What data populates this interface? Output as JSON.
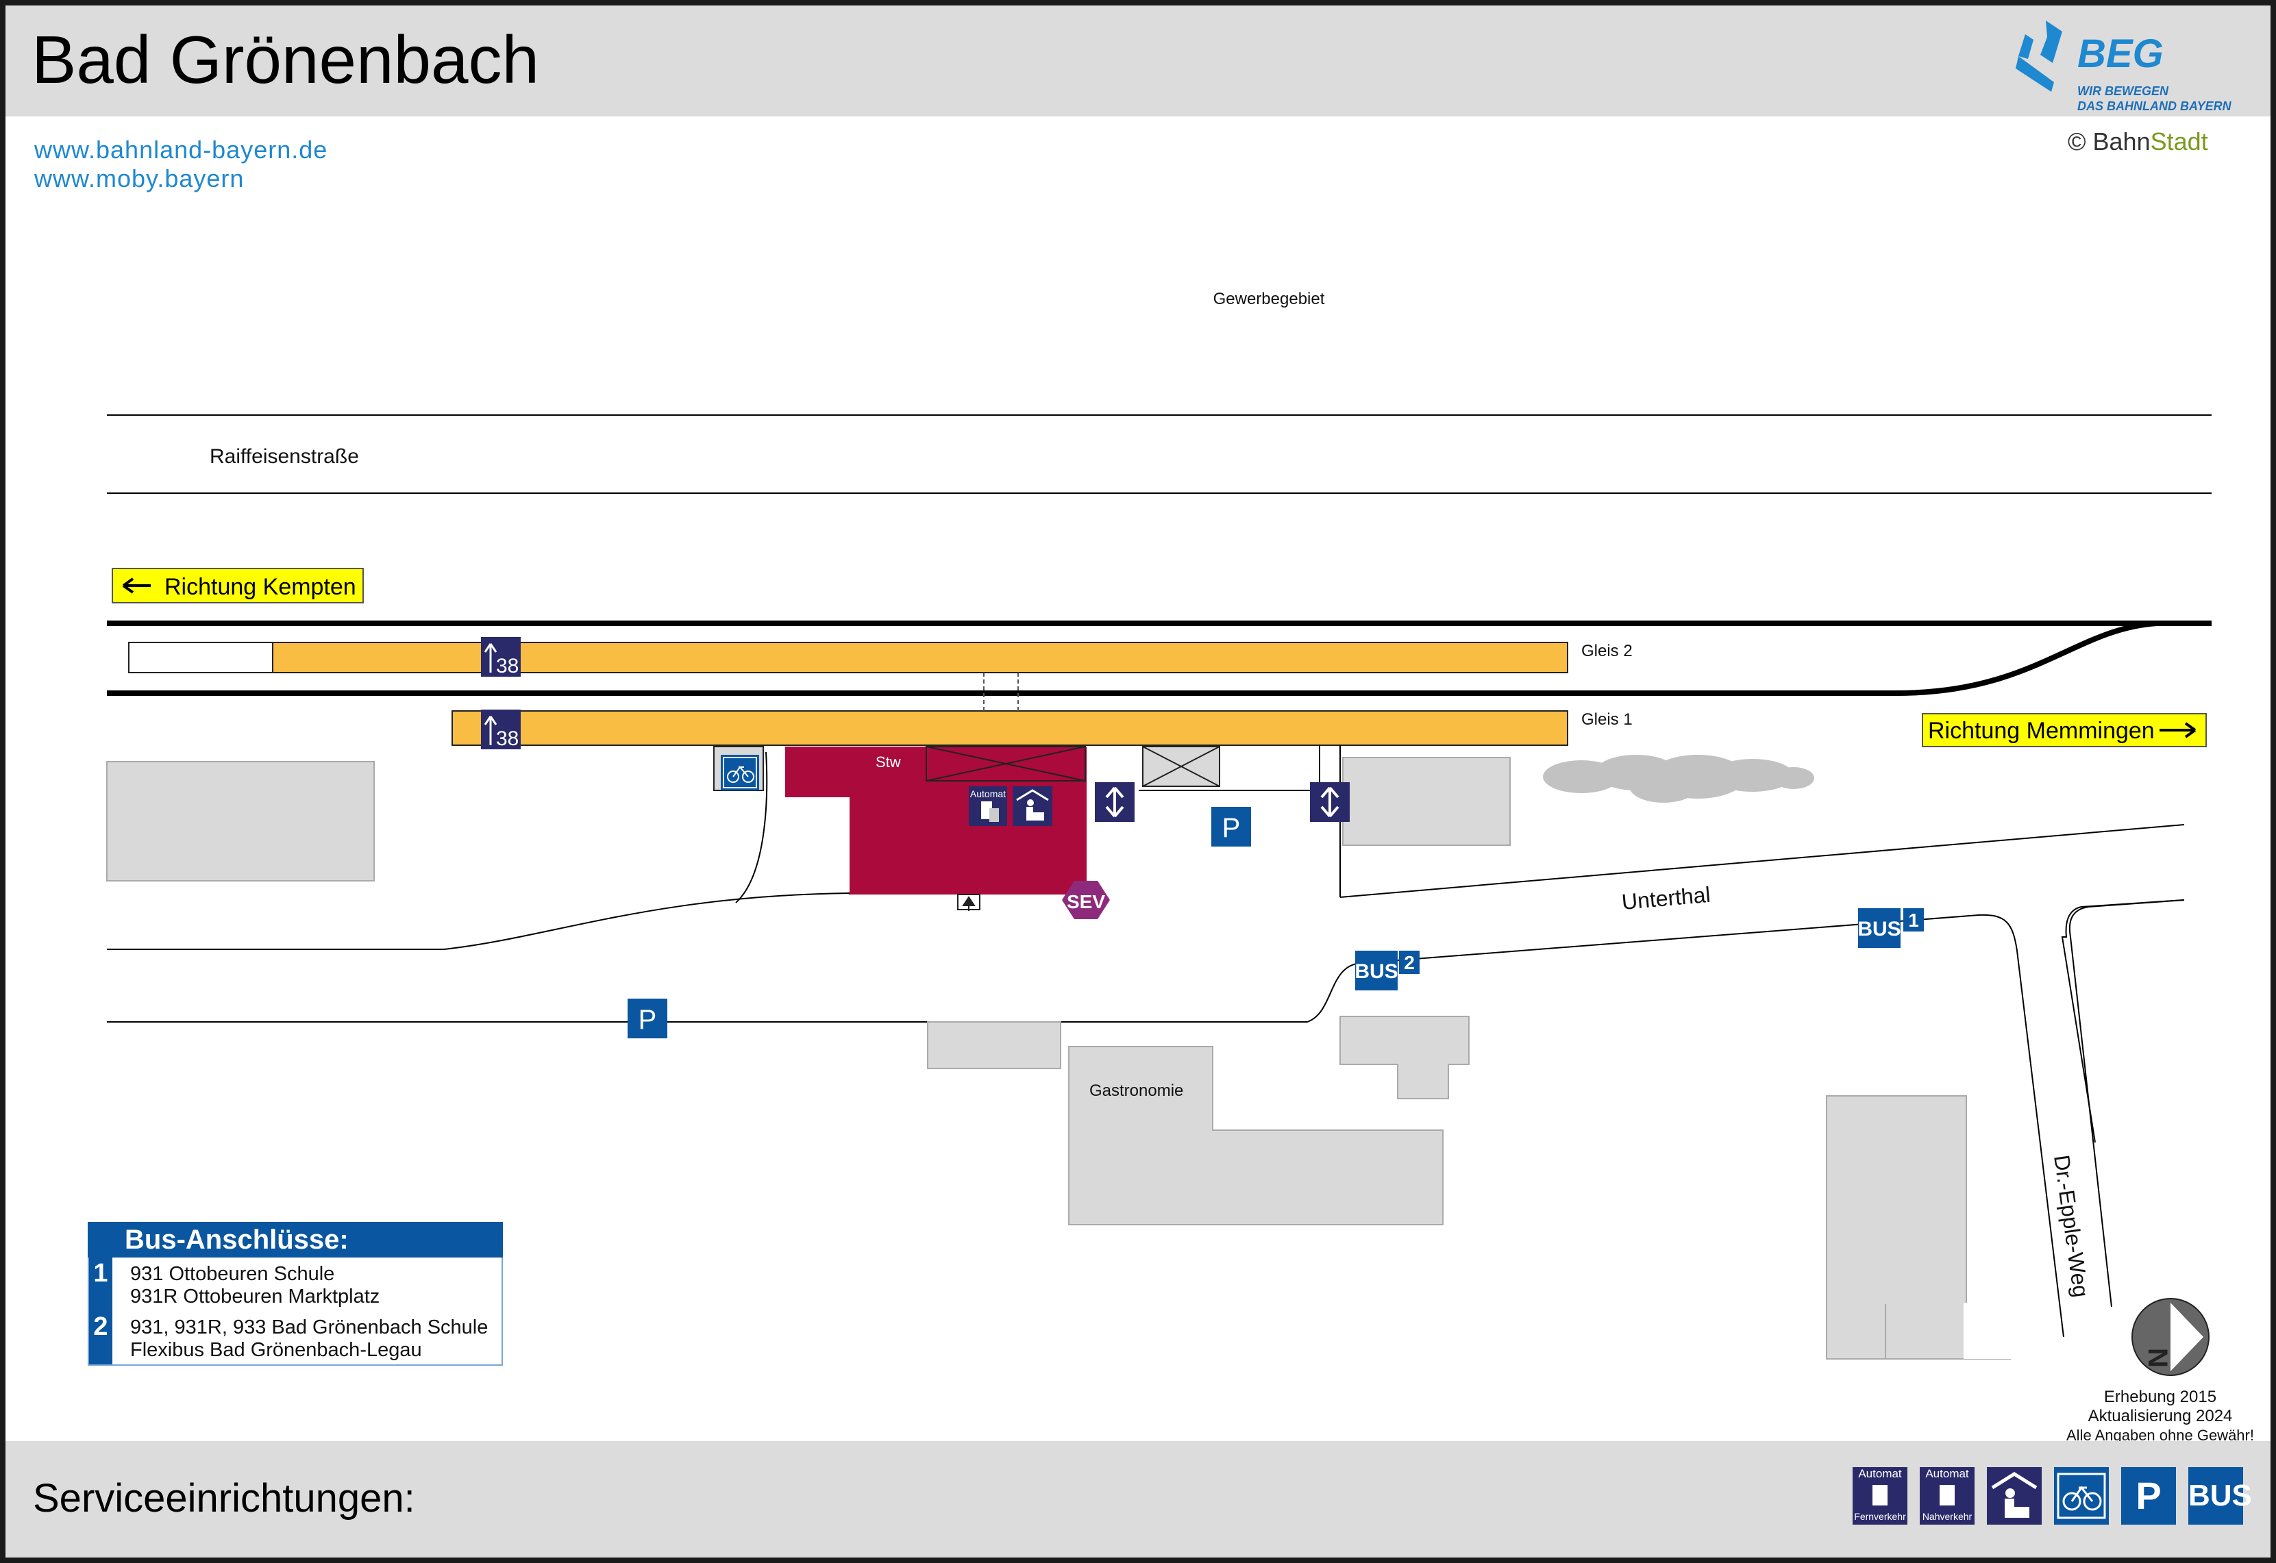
{
  "header": {
    "title": "Bad Grönenbach",
    "links": [
      "www.bahnland-bayern.de",
      "www.moby.bayern"
    ],
    "logo_text": "BEG",
    "logo_slogan": [
      "WIR BEWEGEN",
      "DAS BAHNLAND BAYERN"
    ],
    "copyright_prefix": "© Bahn",
    "copyright_suffix": "Stadt"
  },
  "map": {
    "labels": {
      "gewerbegebiet": "Gewerbegebiet",
      "raiffeisen": "Raiffeisenstraße",
      "unterthal": "Unterthal",
      "epple": "Dr.-Epple-Weg",
      "gastro": "Gastronomie",
      "stw": "Stw",
      "gleis2": "Gleis 2",
      "gleis1": "Gleis 1",
      "automat": "Automat",
      "sev": "SEV",
      "parking": "P",
      "bus": "BUS",
      "platform_number": "38",
      "compass": "N"
    },
    "directions": {
      "kempten": "Richtung Kempten",
      "memmingen": "Richtung Memmingen"
    },
    "bus_stops": [
      "1",
      "2"
    ]
  },
  "legend": {
    "title": "Bus-Anschlüsse:",
    "rows": [
      {
        "num": "1",
        "lines": [
          "931 Ottobeuren Schule",
          "931R Ottobeuren Marktplatz"
        ]
      },
      {
        "num": "2",
        "lines": [
          "931, 931R, 933 Bad Grönenbach Schule",
          "Flexibus Bad Grönenbach-Legau"
        ]
      }
    ]
  },
  "notes": [
    "Erhebung 2015",
    "Aktualisierung 2024",
    "Alle Angaben ohne Gewähr!"
  ],
  "footer": {
    "label": "Serviceeinrichtungen:",
    "icons": [
      {
        "name": "automat-fernverkehr-icon",
        "top": "Automat",
        "bottom": "Fernverkehr"
      },
      {
        "name": "automat-nahverkehr-icon",
        "top": "Automat",
        "bottom": "Nahverkehr"
      },
      {
        "name": "waiting-shelter-icon"
      },
      {
        "name": "bike-parking-icon"
      },
      {
        "name": "parking-icon",
        "text": "P"
      },
      {
        "name": "bus-icon",
        "text": "BUS"
      }
    ]
  },
  "colors": {
    "platform": "#f9bd44",
    "station": "#aa0a3c",
    "building": "#d9d9d9",
    "direction_sign": "#ffff00",
    "blue": "#0a56a0",
    "navy": "#2a2a6a",
    "sev": "#8e2a7c"
  }
}
